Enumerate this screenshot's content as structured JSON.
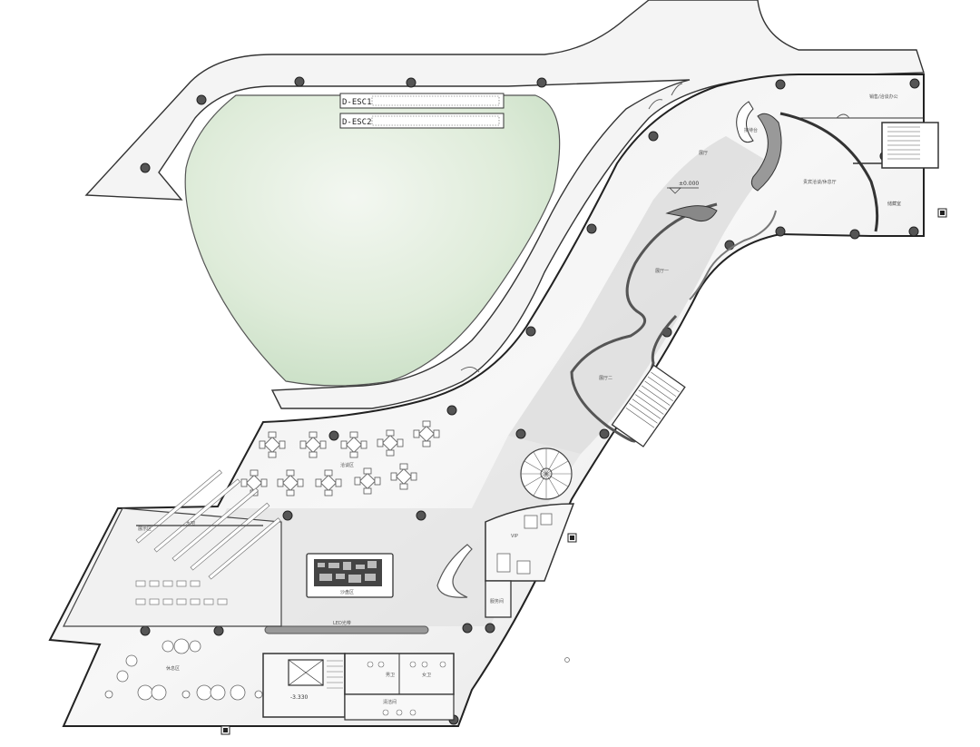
{
  "plan": {
    "escalators": [
      "D-ESC1",
      "D-ESC2"
    ],
    "level_mark": "±0.000",
    "stair_elevation": "-3.330",
    "rooms": {
      "upper_hall": "展厅",
      "reception": "接待台",
      "office": "销售/洽谈办公",
      "storage": "储藏室",
      "vip_lounge": "贵宾洽谈/休息厅",
      "hall_one": "展厅一",
      "hall_two": "展厅二",
      "dining": "洽谈区",
      "kitchen_counter": "水吧",
      "model": "沙盘区",
      "display": "展示区",
      "vip": "VIP",
      "equipment": "服务间",
      "lounge": "休息区",
      "led": "LED光带",
      "toilet_m": "男卫",
      "toilet_f": "女卫",
      "cleaning": "清洁间"
    }
  },
  "colors": {
    "floor": "#e6e6e6",
    "lawn": "#d9e8d6",
    "wall": "#333333",
    "column": "#555555"
  }
}
